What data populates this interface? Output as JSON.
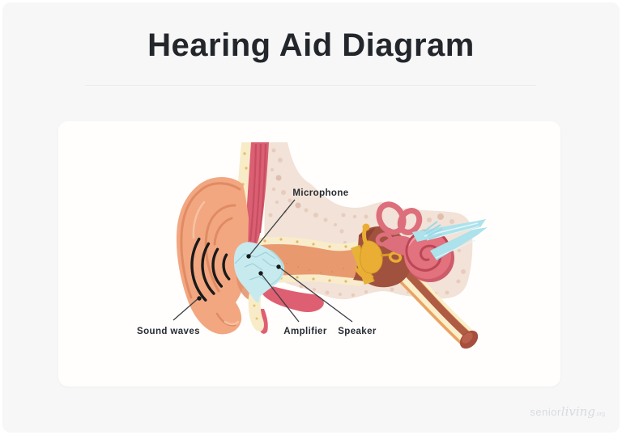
{
  "page": {
    "title": "Hearing Aid Diagram",
    "watermark": {
      "part_sans": "senior",
      "part_script": "living",
      "part_tld": ".org"
    }
  },
  "diagram": {
    "labels": {
      "microphone": "Microphone",
      "sound_waves": "Sound waves",
      "amplifier": "Amplifier",
      "speaker": "Speaker"
    },
    "colors": {
      "skin_pinna": "#F2A781",
      "bone_beige": "#F2E2D7",
      "ear_canal": "#E9996E",
      "muscle_red": "#DB5F72",
      "cartilage_cream": "#F8ECC8",
      "hearing_aid_blue": "#C7EAEF",
      "cochlea_pink": "#E1727E",
      "ossicle_gold": "#E9AE33",
      "nerve_cyan": "#ABE2EC",
      "cavity_brown": "#A0523E",
      "label_text": "#262B31",
      "watermark_gray": "#D9DBE1",
      "page_background": "#F7F7F8",
      "card_background": "#FFFFFF"
    }
  }
}
